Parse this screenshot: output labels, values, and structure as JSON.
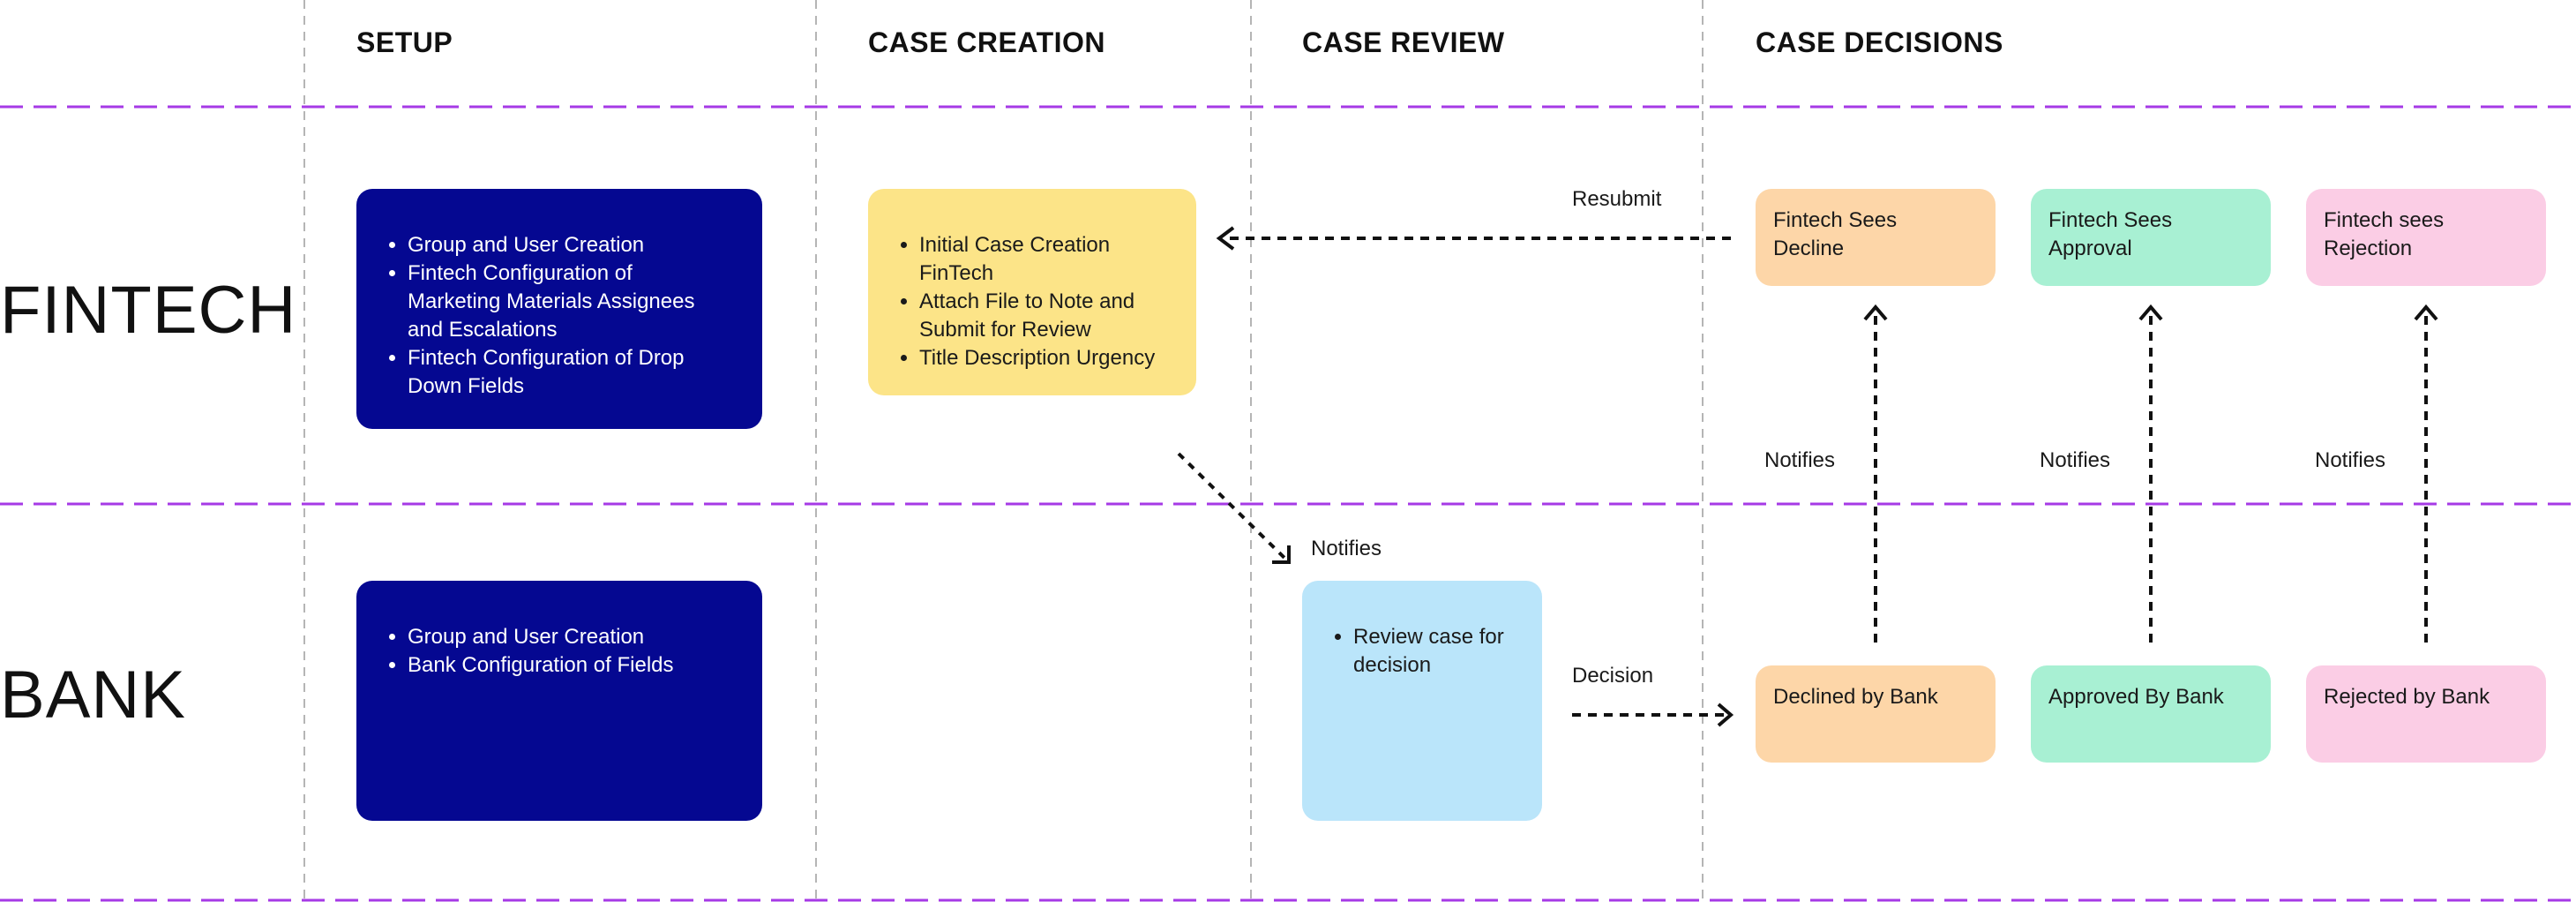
{
  "columns": {
    "setup": "SETUP",
    "case_creation": "CASE CREATION",
    "case_review": "CASE REVIEW",
    "case_decisions": "CASE DECISIONS"
  },
  "lanes": {
    "fintech": "FINTECH",
    "bank": "BANK"
  },
  "fintech_setup": {
    "items": [
      "Group and User Creation",
      "Fintech Configuration of Marketing Materials Assignees and Escalations",
      "Fintech Configuration of Drop Down Fields"
    ]
  },
  "bank_setup": {
    "items": [
      "Group and User Creation",
      "Bank Configuration of Fields"
    ]
  },
  "case_creation": {
    "items": [
      "Initial Case Creation FinTech",
      "Attach File to Note and Submit for Review",
      "Title Description Urgency"
    ]
  },
  "case_review": {
    "items": [
      "Review case for decision"
    ]
  },
  "fintech_decisions": {
    "decline": "Fintech Sees\nDecline",
    "approval": "Fintech Sees\nApproval",
    "rejection": "Fintech sees\nRejection"
  },
  "bank_decisions": {
    "declined": "Declined by Bank",
    "approved": "Approved By Bank",
    "rejected": "Rejected by Bank"
  },
  "edge_labels": {
    "resubmit": "Resubmit",
    "notifies_review": "Notifies",
    "decision": "Decision",
    "notifies_decline": "Notifies",
    "notifies_approval": "Notifies",
    "notifies_rejection": "Notifies"
  },
  "colors": {
    "setup_box": "#050891",
    "creation_box": "#fce488",
    "review_box": "#bae5fa",
    "decline_card": "#fdd6a8",
    "approval_card": "#a8f0d3",
    "rejection_card": "#fbcde5",
    "lane_divider": "#a63ae6",
    "column_divider": "#b5b5b5"
  }
}
